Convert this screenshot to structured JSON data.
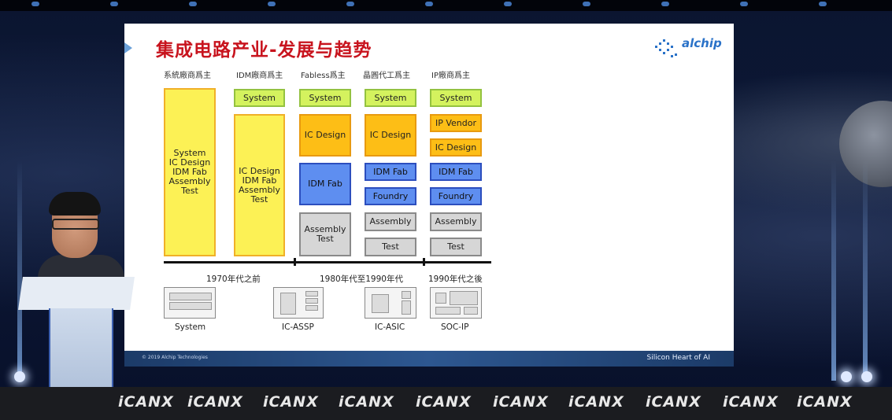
{
  "slide": {
    "title": "集成电路产业-发展与趋势",
    "brand": "alchip",
    "footer_copyright": "© 2019 Alchip Technologies",
    "footer_tagline": "Silicon Heart of AI",
    "columns": [
      {
        "header": "系統廠商爲主"
      },
      {
        "header": "IDM廠商爲主"
      },
      {
        "header": "Fabless爲主"
      },
      {
        "header": "晶圓代工爲主"
      },
      {
        "header": "IP廠商爲主"
      }
    ],
    "blocks": {
      "c1_all": [
        "System",
        "IC Design",
        "IDM Fab",
        "Assembly",
        "Test"
      ],
      "c2_system": "System",
      "c2_rest": [
        "IC Design",
        "IDM Fab",
        "Assembly",
        "Test"
      ],
      "c3_system": "System",
      "c3_icdesign": "IC Design",
      "c3_idmfab": "IDM Fab",
      "c3_assembly": [
        "Assembly",
        "Test"
      ],
      "c4_system": "System",
      "c4_icdesign": "IC Design",
      "c4_idmfab": "IDM Fab",
      "c4_foundry": "Foundry",
      "c4_assembly": "Assembly",
      "c4_test": "Test",
      "c5_system": "System",
      "c5_ipvendor": "IP Vendor",
      "c5_icdesign": "IC Design",
      "c5_idmfab": "IDM Fab",
      "c5_foundry": "Foundry",
      "c5_assembly": "Assembly",
      "c5_test": "Test"
    },
    "eras": [
      "1970年代之前",
      "1980年代至1990年代",
      "1990年代之後"
    ],
    "chips": [
      "System",
      "IC-ASSP",
      "IC-ASIC",
      "SOC-IP"
    ]
  },
  "event_brand": "iCANX",
  "colors": {
    "title_red": "#c8141e",
    "system_green": "#d4f25e",
    "design_orange": "#fdbe16",
    "fab_blue": "#5e8ef0",
    "legacy_yellow": "#fcf155",
    "backend_gray": "#d6d6d6"
  }
}
